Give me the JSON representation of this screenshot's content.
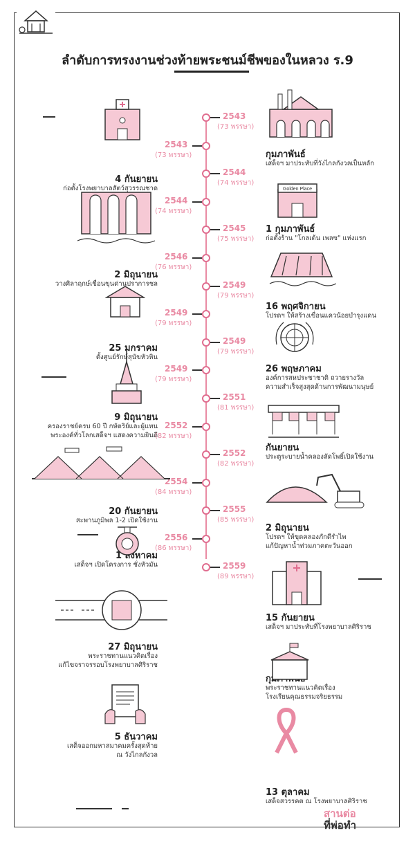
{
  "title": "ลำดับการทรงงานช่วงท้ายพระชนม์ชีพของในหลวง ร.9",
  "brand": {
    "line1": "สานต่อ",
    "line2": "ที่พ่อทำ"
  },
  "colors": {
    "accent": "#e98aa3",
    "ink": "#2b2b2b",
    "pink_fill": "#f6c9d5"
  },
  "events": [
    {
      "side": "right",
      "year": "2543",
      "age": "(73 พรรษา)",
      "title": "กุมภาพันธ์",
      "desc": [
        "เสด็จฯ มาประทับที่วังไกลกังวลเป็นหลัก"
      ],
      "icon": "palace-icon"
    },
    {
      "side": "left",
      "year": "2543",
      "age": "(73 พรรษา)",
      "title": "4 กันยายน",
      "desc": [
        "ก่อตั้งโรงพยาบาลสัตว์สุวรรณชาด"
      ],
      "icon": "animal-hospital-icon"
    },
    {
      "side": "right",
      "year": "2544",
      "age": "(74 พรรษา)",
      "title": "1 กุมภาพันธ์",
      "desc": [
        "ก่อตั้งร้าน \"โกลเด้น เพลซ\" แห่งแรก"
      ],
      "icon": "golden-place-shop-icon",
      "sign": "Golden Place"
    },
    {
      "side": "left",
      "year": "2544",
      "age": "(74 พรรษา)",
      "title": "2 มิถุนายน",
      "desc": [
        "วางศิลาฤกษ์เขื่อนขุนด่านปราการชล"
      ],
      "icon": "dam-icon"
    },
    {
      "side": "right",
      "year": "2545",
      "age": "(75 พรรษา)",
      "title": "16 พฤศจิกายน",
      "desc": [
        "โปรดฯ ให้สร้างเขื่อนแควน้อยบำรุงแดน"
      ],
      "icon": "spillway-dam-icon"
    },
    {
      "side": "left",
      "year": "2546",
      "age": "(76 พรรษา)",
      "title": "25 มกราคม",
      "desc": [
        "ตั้งศูนย์รักษ์สุนัขหัวหิน"
      ],
      "icon": "dog-center-icon"
    },
    {
      "side": "right",
      "year": "2549",
      "age": "(79 พรรษา)",
      "title": "26 พฤษภาคม",
      "desc": [
        "องค์การสหประชาชาติ ถวายรางวัล",
        "ความสำเร็จสูงสุดด้านการพัฒนามนุษย์"
      ],
      "icon": "un-emblem-icon"
    },
    {
      "side": "left",
      "year": "2549",
      "age": "(79 พรรษา)",
      "title": "9 มิถุนายน",
      "desc": [
        "ครองราชย์ครบ 60 ปี กษัตริย์และผู้แทน",
        "พระองค์ทั่วโลกเสด็จฯ แสดงความยินดี"
      ],
      "icon": "pagoda-icon"
    },
    {
      "side": "right",
      "year": "2549",
      "age": "(79 พรรษา)",
      "title": "กันยายน",
      "desc": [
        "ประตูระบายน้ำคลองลัดโพธิ์เปิดใช้งาน"
      ],
      "icon": "floodgate-icon"
    },
    {
      "side": "left",
      "year": "2549",
      "age": "(79 พรรษา)",
      "title": "20 กันยายน",
      "desc": [
        "สะพานภูมิพล 1-2 เปิดใช้งาน"
      ],
      "icon": "bridge-icon"
    },
    {
      "side": "right",
      "year": "2551",
      "age": "(81 พรรษา)",
      "title": "2 มิถุนายน",
      "desc": [
        "โปรดฯ ให้ขุดคลองภักดีรำไพ",
        "แก้ปัญหาน้ำท่วมภาคตะวันออก"
      ],
      "icon": "excavator-icon"
    },
    {
      "side": "left",
      "year": "2552",
      "age": "(82 พรรษา)",
      "title": "1 สิงหาคม",
      "desc": [
        "เสด็จฯ เปิดโครงการ ชั่งหัวมัน"
      ],
      "icon": "scale-icon"
    },
    {
      "side": "right",
      "year": "2552",
      "age": "(82 พรรษา)",
      "title": "15 กันยายน",
      "desc": [
        "เสด็จฯ มาประทับที่โรงพยาบาลศิริราช"
      ],
      "icon": "hospital-icon"
    },
    {
      "side": "left",
      "year": "2554",
      "age": "(84 พรรษา)",
      "title": "27 มิถุนายน",
      "desc": [
        "พระราชทานแนวคิดเรื่อง",
        "แก้ไขจราจรรอบโรงพยาบาลศิริราช"
      ],
      "icon": "roundabout-icon"
    },
    {
      "side": "right",
      "year": "2555",
      "age": "(85 พรรษา)",
      "title": "กุมภาพันธ์",
      "desc": [
        "พระราชทานแนวคิดเรื่อง",
        "โรงเรียนคุณธรรมจริยธรรม"
      ],
      "icon": "school-icon"
    },
    {
      "side": "left",
      "year": "2556",
      "age": "(86 พรรษา)",
      "title": "5 ธันวาคม",
      "desc": [
        "เสด็จออกมหาสมาคมครั้งสุดท้าย",
        "ณ วังไกลกังวล"
      ],
      "icon": "document-hands-icon"
    },
    {
      "side": "right",
      "year": "2559",
      "age": "(89 พรรษา)",
      "title": "13 ตุลาคม",
      "desc": [
        "เสด็จสวรรคต ณ โรงพยาบาลศิริราช"
      ],
      "icon": "ribbon-icon"
    }
  ]
}
